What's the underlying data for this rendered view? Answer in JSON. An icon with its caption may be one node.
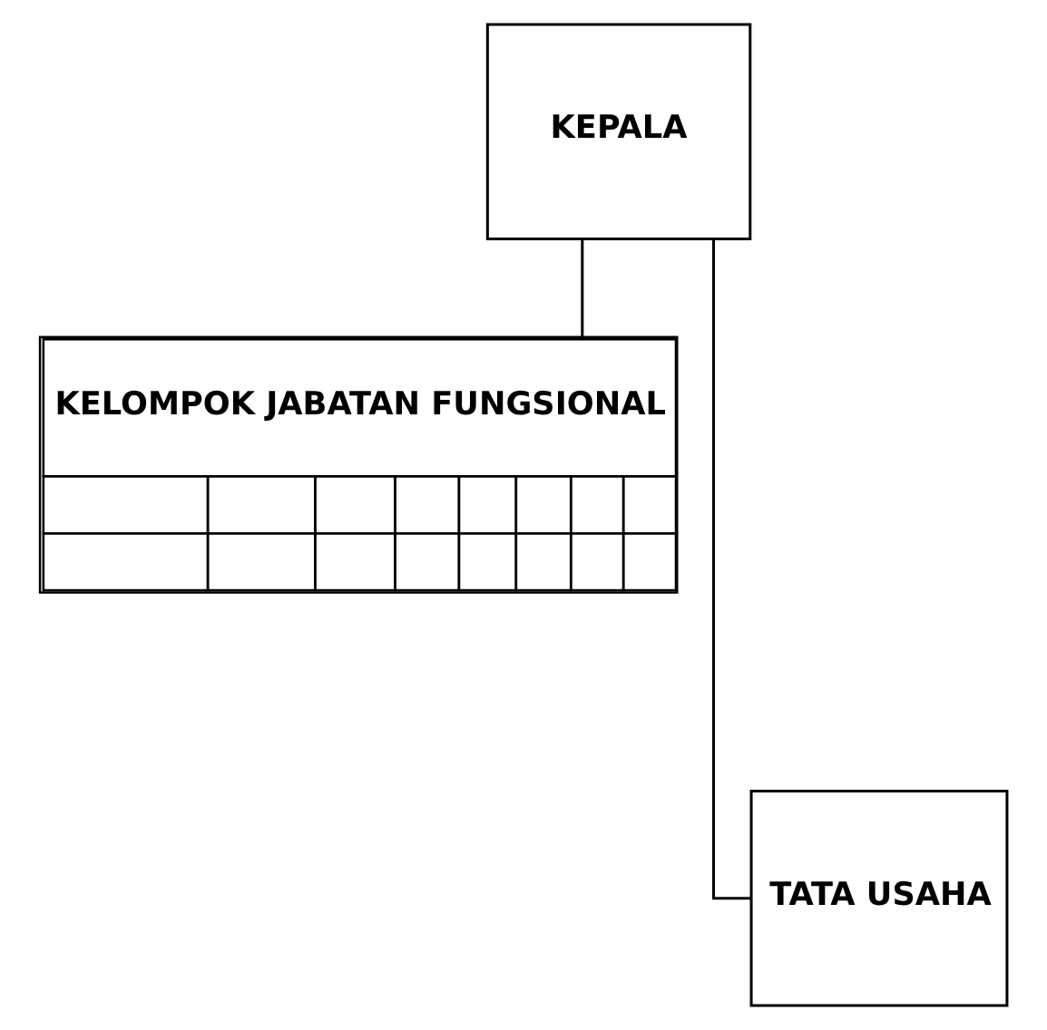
{
  "diagram": {
    "nodes": [
      {
        "text": [
          "KEPALA"
        ]
      },
      {
        "text": [
          "KELOMPOK JABATAN FUNGSIONAL"
        ]
      },
      {
        "text": [
          "TATA USAHA"
        ]
      }
    ],
    "edges": [
      {
        "from": 0,
        "to": 1,
        "arrow": "none"
      },
      {
        "from": 0,
        "to": 2,
        "arrow": "none"
      }
    ]
  }
}
